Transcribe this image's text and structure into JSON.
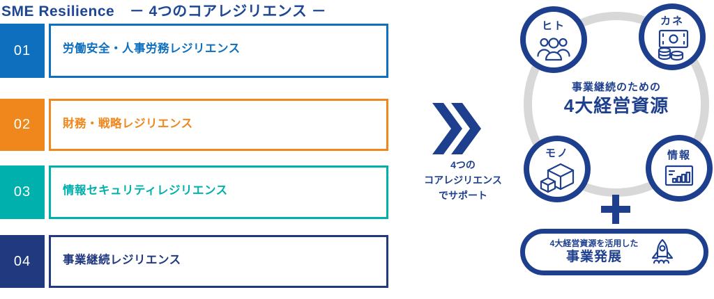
{
  "title": "SME Resilience　－ 4つのコアレジリエンス －",
  "core_items": [
    {
      "number": "01",
      "label": "労働安全・人事労務レジリエンス",
      "color": "#0d6fbe"
    },
    {
      "number": "02",
      "label": "財務・戦略レジリエンス",
      "color": "#f0871d"
    },
    {
      "number": "03",
      "label": "情報セキュリティレジリエンス",
      "color": "#00b0ac"
    },
    {
      "number": "04",
      "label": "事業継続レジリエンス",
      "color": "#21397f"
    }
  ],
  "arrow": {
    "caption_line1": "4つの",
    "caption_line2": "コアレジリエンス",
    "caption_line3": "でサポート",
    "icon": "double-chevron-icon"
  },
  "resources": {
    "heading_small": "事業継続のための",
    "heading_large": "4大経営資源",
    "items": [
      {
        "label": "ヒト",
        "icon": "people-icon"
      },
      {
        "label": "カネ",
        "icon": "money-icon"
      },
      {
        "label": "モノ",
        "icon": "boxes-icon"
      },
      {
        "label": "情報",
        "icon": "chart-board-icon"
      }
    ],
    "plus_icon": "plus-icon"
  },
  "growth": {
    "line_small": "4大経営資源を活用した",
    "line_large": "事業発展",
    "icon": "rocket-icon"
  },
  "colors": {
    "navy": "#1d3f8e",
    "ring_gray": "#d8d8d8",
    "title_blue": "#1d4796"
  }
}
